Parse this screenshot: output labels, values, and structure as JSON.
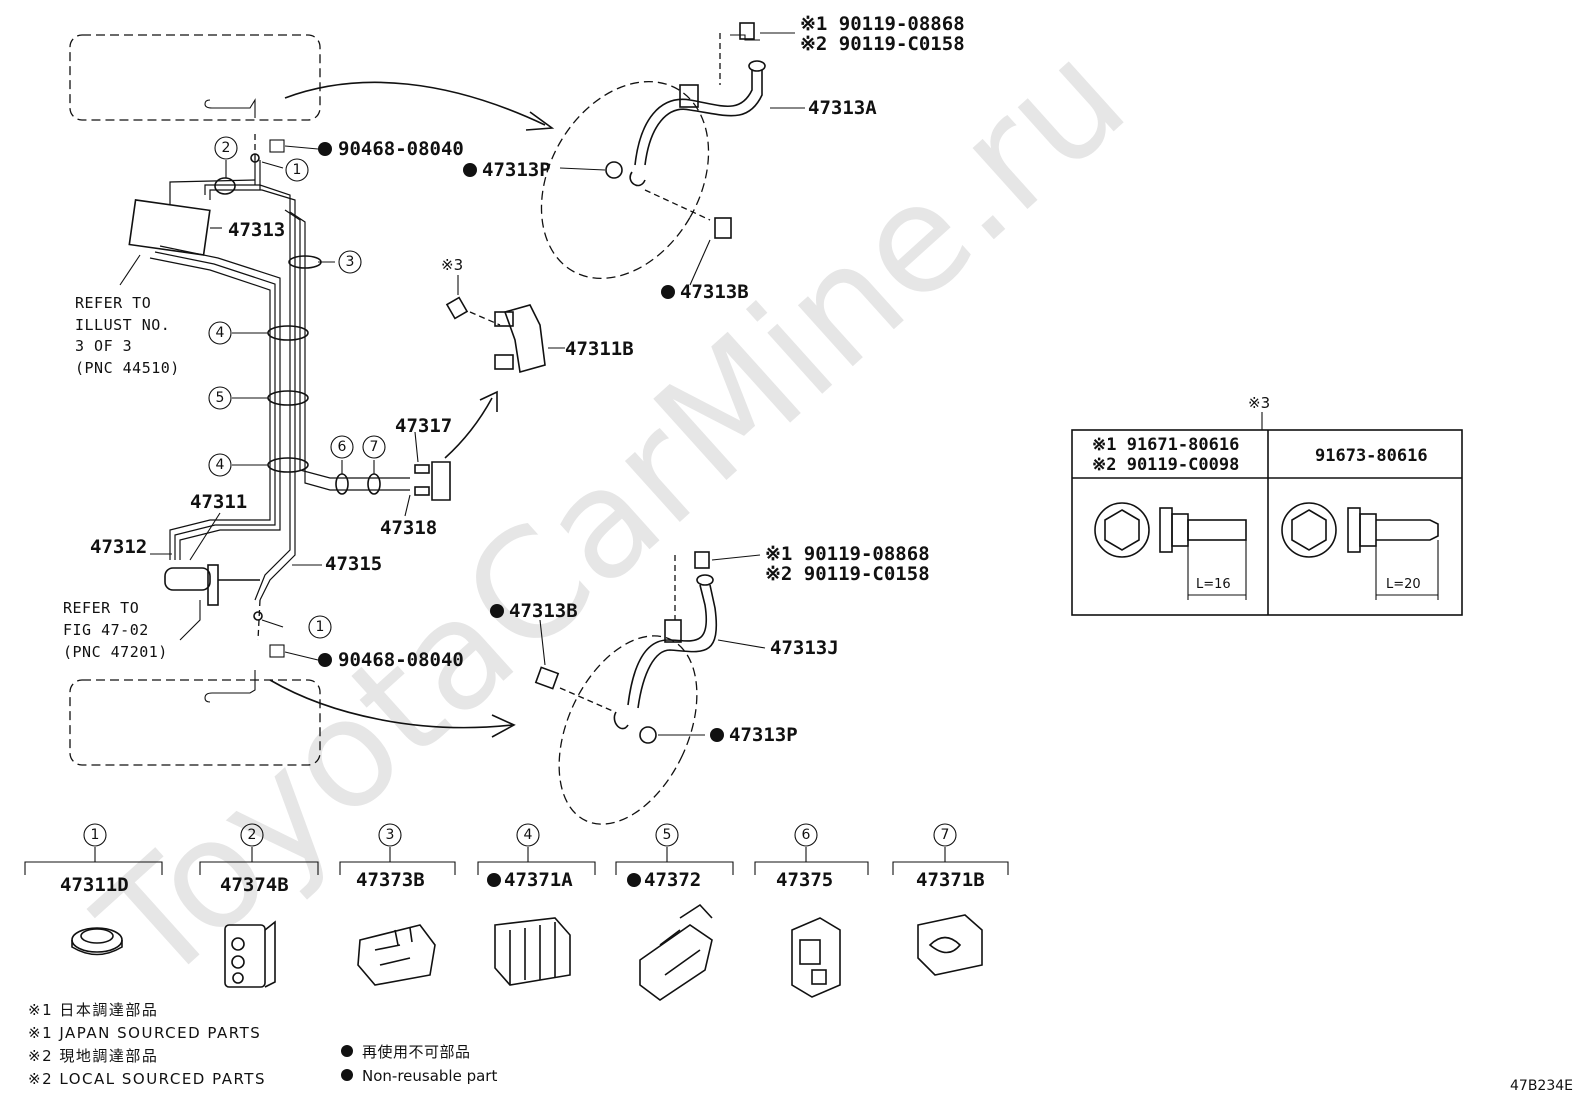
{
  "diagram_code": "47B234E",
  "watermark": "ToyotaCarMine.ru",
  "top_hose": {
    "bolt_code_1": "※1 90119-08868",
    "bolt_code_2": "※2 90119-C0158",
    "hose": "47313A",
    "clip": "47313P",
    "bracket_bolt": "47313B"
  },
  "bottom_hose": {
    "bolt_code_1": "※1 90119-08868",
    "bolt_code_2": "※2 90119-C0158",
    "hose": "47313J",
    "clip": "47313P",
    "bracket_bolt": "47313B"
  },
  "plug_code_top": "90468-08040",
  "plug_code_bottom": "90468-08040",
  "main_parts": {
    "tube_top": "47313",
    "tube_main": "47311",
    "tube_left": "47312",
    "tube_right": "47315",
    "tube_a": "47317",
    "tube_b": "47318",
    "bracket": "47311B",
    "bolt_mark": "※3"
  },
  "refer_1": [
    "REFER TO",
    "ILLUST NO.",
    "3 OF 3",
    "(PNC 44510)"
  ],
  "refer_2": [
    "REFER TO",
    "FIG 47-02",
    "(PNC 47201)"
  ],
  "bolt_table": {
    "mark": "※3",
    "left_line1": "※1 91671-80616",
    "left_line2": "※2 90119-C0098",
    "right_label": "91673-80616",
    "left_length": "L=16",
    "right_length": "L=20"
  },
  "callouts": [
    {
      "n": "1",
      "part": "47311D"
    },
    {
      "n": "2",
      "part": "47374B"
    },
    {
      "n": "3",
      "part": "47373B"
    },
    {
      "n": "4",
      "part": "47371A"
    },
    {
      "n": "5",
      "part": "47372"
    },
    {
      "n": "6",
      "part": "47375"
    },
    {
      "n": "7",
      "part": "47371B"
    }
  ],
  "legend": {
    "l1": "※1 日本調達部品",
    "l2": "※1 JAPAN SOURCED PARTS",
    "l3": "※2 現地調達部品",
    "l4": "※2 LOCAL SOURCED PARTS",
    "dot_jp": "再使用不可部品",
    "dot_en": "Non-reusable part"
  }
}
